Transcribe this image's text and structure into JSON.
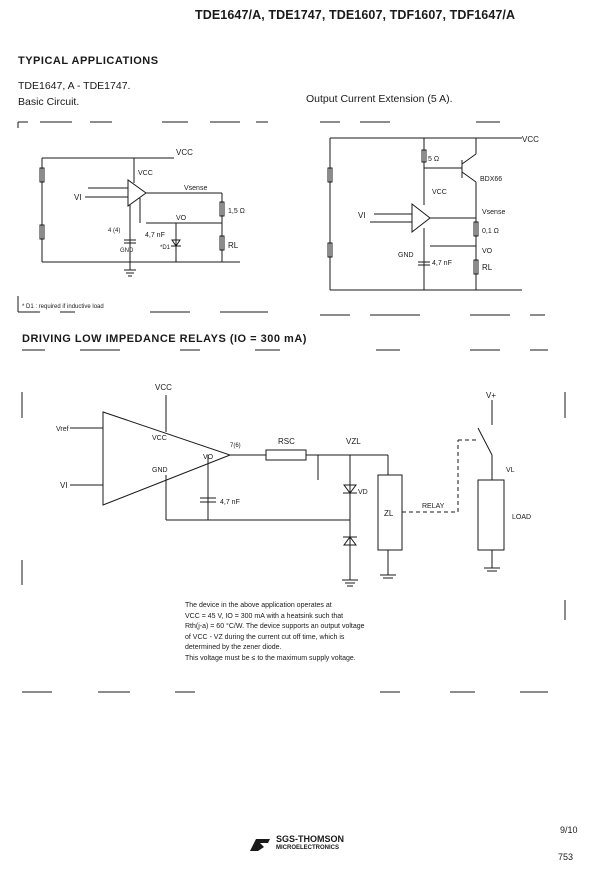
{
  "header": {
    "title": "TDE1647/A, TDE1747, TDE1607, TDF1607, TDF1647/A"
  },
  "section1": {
    "heading": "TYPICAL APPLICATIONS",
    "sub1": "TDE1647, A - TDE1747.",
    "sub2": "Basic Circuit.",
    "right_title": "Output Current Extension (5 A).",
    "left_circuit": {
      "vcc_top": "VCC",
      "vcc_ic": "VCC",
      "vsense": "Vsense",
      "vi": "VI",
      "vo": "VO",
      "gnd": "GND",
      "r_sense": "1,5 Ω",
      "cap": "4,7 nF",
      "d1": "*D1",
      "rl": "RL",
      "pin": "4 (4)",
      "footnote": "* D1 : required if inductive load"
    },
    "right_circuit": {
      "vcc_top": "VCC",
      "r5": "5 Ω",
      "transistor": "BDX66",
      "vcc_ic": "VCC",
      "vsense": "Vsense",
      "vi": "VI",
      "r01": "0,1 Ω",
      "gnd": "GND",
      "vo": "VO",
      "cap": "4,7 nF",
      "rl": "RL"
    }
  },
  "section2": {
    "heading": "DRIVING LOW IMPEDANCE RELAYS (IO = 300 mA)",
    "circuit": {
      "vcc_top": "VCC",
      "vref": "Vref",
      "vcc_ic": "VCC",
      "vi": "VI",
      "gnd": "GND",
      "vo": "VO",
      "pin": "7(6)",
      "rsc": "RSC",
      "vzl": "VZL",
      "vd": "VD",
      "zl": "ZL",
      "relay": "RELAY",
      "cap": "4,7 nF",
      "vplus": "V+",
      "vl": "VL",
      "load": "LOAD"
    },
    "description": [
      "The device in the above application operates at",
      "VCC = 45 V, IO = 300 mA with a heatsink such that",
      "Rth(j-a) = 60 °C/W. The device supports an output voltage",
      "of VCC - VZ during the current cut off time, which is",
      "determined by the zener diode.",
      "This voltage must be ≤ to the maximum supply voltage."
    ]
  },
  "footer": {
    "logo_text": "SGS-THOMSON",
    "logo_sub": "MICROELECTRONICS",
    "page_ratio": "9/10",
    "page_number": "753"
  }
}
